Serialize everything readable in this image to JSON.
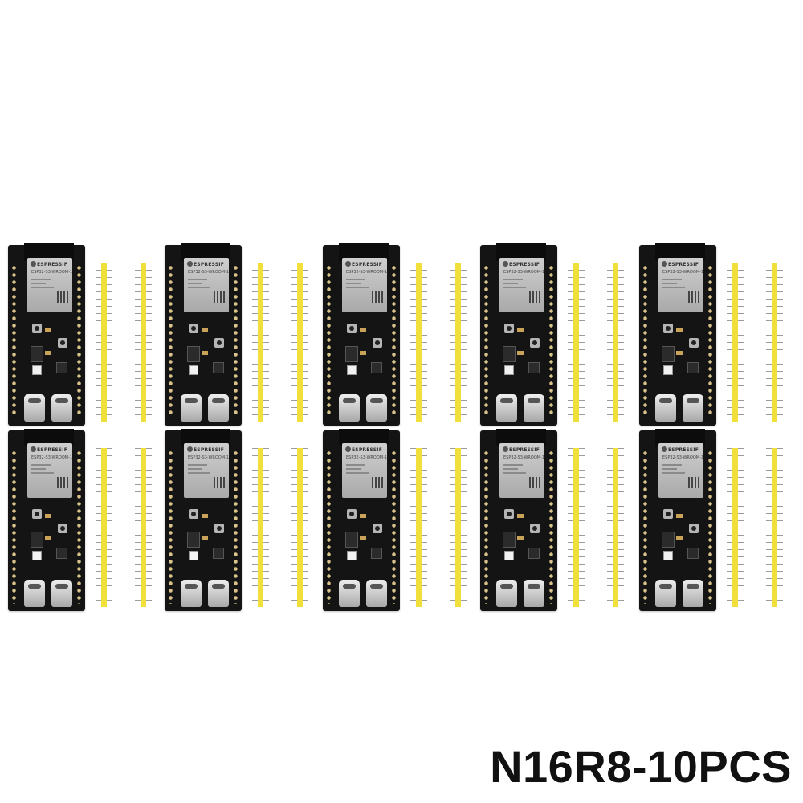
{
  "product": {
    "label": "N16R8-10PCS"
  },
  "module": {
    "brand": "ESPRESSIF",
    "model": "ESP32-S3-WROOM-1"
  },
  "grid": {
    "rows": 2,
    "columns": 5,
    "count": 10
  },
  "colors": {
    "background": "#ffffff",
    "board": "#141414",
    "pin_header": "#f1df3c",
    "module_shield": "#bdbdbd",
    "label_text": "#111111"
  }
}
